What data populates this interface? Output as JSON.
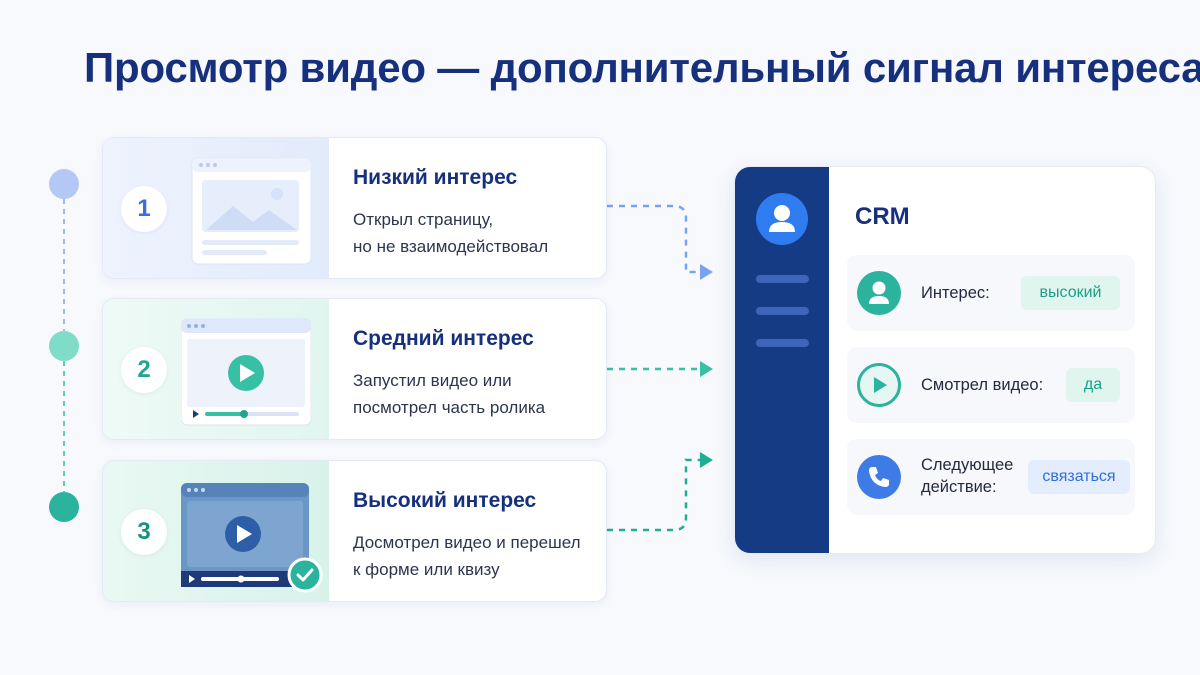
{
  "title": "Просмотр видео — дополнительный сигнал интереса",
  "levels": [
    {
      "number": "1",
      "title": "Низкий интерес",
      "desc_line1": "Открыл страницу,",
      "desc_line2": "но не взаимодействовал"
    },
    {
      "number": "2",
      "title": "Средний интерес",
      "desc_line1": "Запустил видео или",
      "desc_line2": "посмотрел часть ролика"
    },
    {
      "number": "3",
      "title": "Высокий интерес",
      "desc_line1": "Досмотрел видео и перешел",
      "desc_line2": "к форме или квизу"
    }
  ],
  "crm": {
    "title": "CRM",
    "rows": [
      {
        "label_line1": "Интерес:",
        "label_line2": "",
        "value": "высокий",
        "icon": "user-icon"
      },
      {
        "label_line1": "Смотрел видео:",
        "label_line2": "",
        "value": "да",
        "icon": "play-icon"
      },
      {
        "label_line1": "Следующее",
        "label_line2": "действие:",
        "value": "связаться",
        "icon": "phone-icon"
      }
    ]
  },
  "colors": {
    "title": "#16307d",
    "level_low": "#3b6fdc",
    "level_mid": "#22a58e",
    "level_high": "#17927f",
    "crm_sidebar": "#163b85",
    "accent_green": "#2bb39d",
    "accent_blue": "#2f7cf0"
  }
}
